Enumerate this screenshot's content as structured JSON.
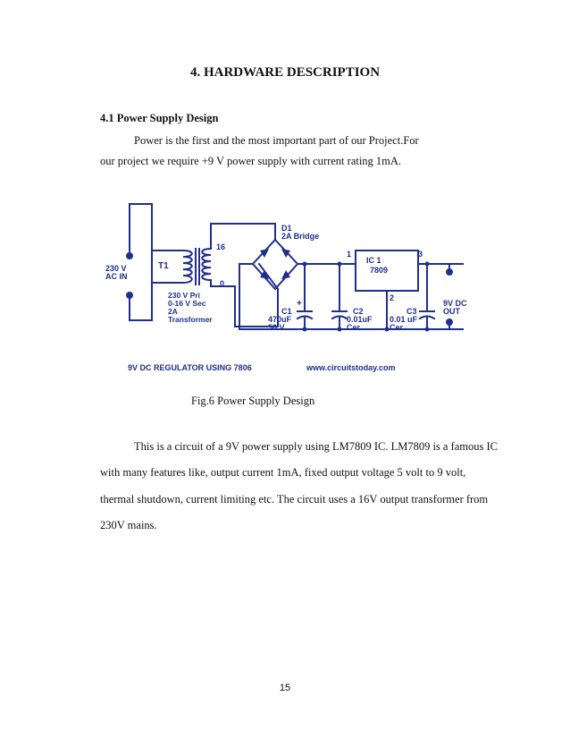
{
  "section_title": "4. HARDWARE DESCRIPTION",
  "subsection_title": "4.1 Power Supply Design",
  "intro_lines": [
    "Power is the first and the most important part of our Project.For",
    "our project we require +9 V power supply with current rating 1mA."
  ],
  "figure": {
    "labels": {
      "ac_in_1": "230 V",
      "ac_in_2": "AC IN",
      "t1": "T1",
      "tap_16": "16",
      "tap_0": "0",
      "tr_1": "230 V Pri",
      "tr_2": "0-16 V Sec",
      "tr_3": "2A",
      "tr_4": "Transformer",
      "d1_1": "D1",
      "d1_2": "2A Bridge",
      "ic_1": "IC 1",
      "ic_2": "7809",
      "pin_1": "1",
      "pin_2": "2",
      "pin_3": "3",
      "c1_1": "C1",
      "c1_2": "470uF",
      "c1_3": "50 V",
      "c1_plus": "+",
      "c2_1": "C2",
      "c2_2": "0.01uF",
      "c2_3": "Cer",
      "c3_1": "C3",
      "c3_2": "0.01 uF",
      "c3_3": "Cer",
      "out_1": "9V DC",
      "out_2": "OUT",
      "footer_left": "9V DC REGULATOR USING 7806",
      "footer_right": "www.circuitstoday.com"
    },
    "caption": "Fig.6 Power Supply Design"
  },
  "body_lines": [
    "This is a circuit of a 9V power supply using LM7809 IC. LM7809 is a famous IC",
    "with many features like, output current 1mA, fixed output voltage 5 volt to 9 volt,",
    "thermal shutdown, current limiting etc. The circuit uses a 16V output transformer from",
    "230V mains."
  ],
  "page_number": "15",
  "colors": {
    "schematic_ink": "#1f2f8c",
    "text": "#111111"
  }
}
